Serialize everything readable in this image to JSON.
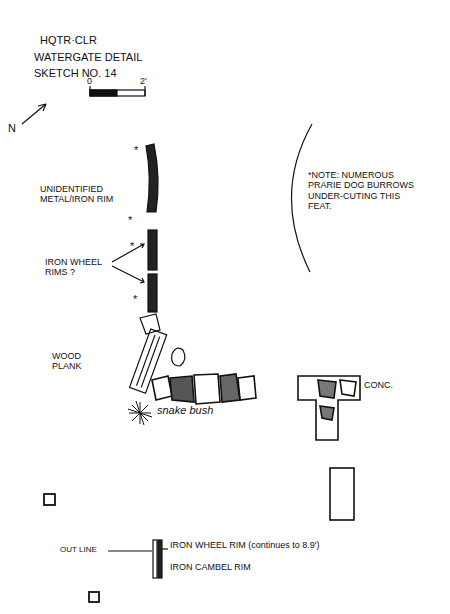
{
  "diagram": {
    "labels": [
      "HQTR·CLR",
      "WATERGATE DETAIL",
      "SKETCH NO. 14",
      "0",
      "2'",
      "N",
      "*",
      "UNIDENTIFIED METAL/IRON RIM",
      "*",
      "*",
      "IRON WHEEL RIMS ?",
      "*",
      "*NOTE: NUMEROUS PRARIE DOG BURROWS UNDER-CUTING THIS FEAT.",
      "WOOD PLANK",
      "snake bush",
      "CONC.",
      "OUT LINE",
      "IRON WHEEL RIM (continues to 8.9')",
      "IRON CAMBEL RIM"
    ]
  }
}
